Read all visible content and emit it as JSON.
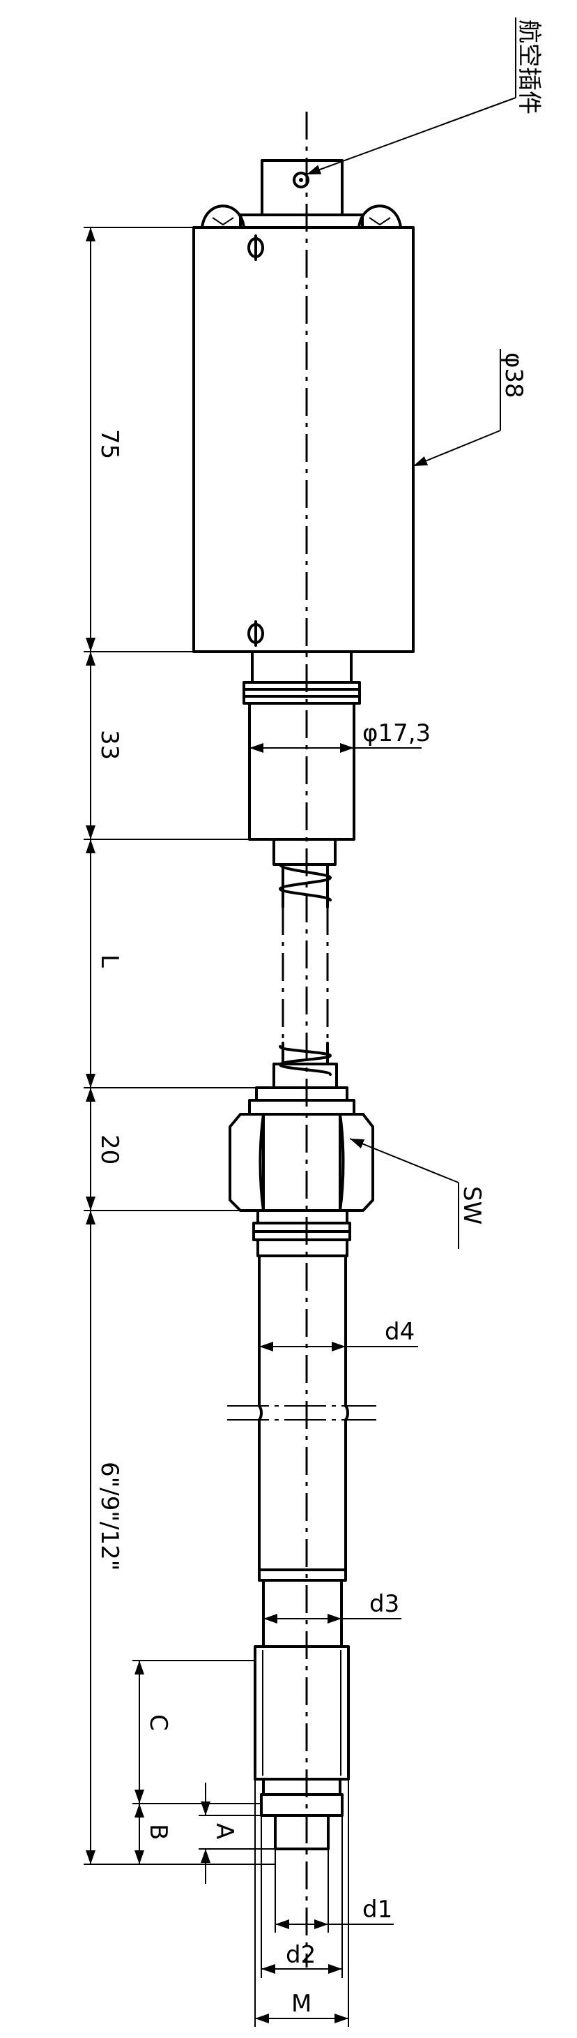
{
  "labels": {
    "connector": "航空插件",
    "dia_body": "φ38",
    "len_body": "75",
    "len_neck": "33",
    "dia_neck": "φ17,3",
    "len_cable": "L",
    "len_nut": "20",
    "wrench": "SW",
    "stem_length": "6\"/9\"/12\"",
    "d4": "d4",
    "d3": "d3",
    "c": "C",
    "b": "B",
    "a": "A",
    "d1": "d1",
    "d2": "d2",
    "m": "M"
  }
}
